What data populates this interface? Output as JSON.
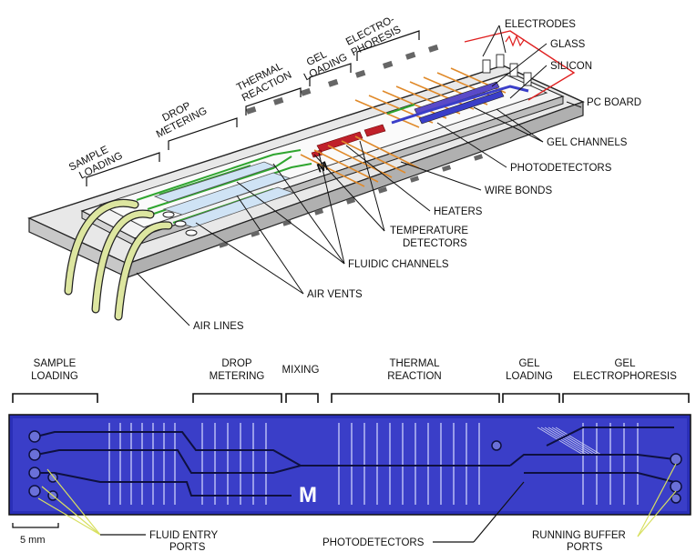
{
  "diagram": {
    "stage_labels_3d": [
      {
        "id": "sample-loading",
        "lines": [
          "SAMPLE",
          "LOADING"
        ]
      },
      {
        "id": "drop-metering",
        "lines": [
          "DROP",
          "METERING"
        ]
      },
      {
        "id": "thermal-reaction",
        "lines": [
          "THERMAL",
          "REACTION"
        ]
      },
      {
        "id": "gel-loading",
        "lines": [
          "GEL",
          "LOADING"
        ]
      },
      {
        "id": "electrophoresis",
        "lines": [
          "ELECTRO-",
          "PHORESIS"
        ]
      }
    ],
    "component_labels": {
      "electrodes": "ELECTRODES",
      "glass": "GLASS",
      "silicon": "SILICON",
      "pc_board": "PC BOARD",
      "gel_channels": "GEL CHANNELS",
      "photodetectors": "PHOTODETECTORS",
      "wire_bonds": "WIRE BONDS",
      "heaters": "HEATERS",
      "temperature_detectors": [
        "TEMPERATURE",
        "DETECTORS"
      ],
      "fluidic_channels": "FLUIDIC CHANNELS",
      "air_vents": "AIR VENTS",
      "air_lines": "AIR LINES"
    },
    "chip_logo": "M",
    "photo_stage_labels": [
      {
        "id": "sample-loading",
        "lines": [
          "SAMPLE",
          "LOADING"
        ]
      },
      {
        "id": "drop-metering",
        "lines": [
          "DROP",
          "METERING"
        ]
      },
      {
        "id": "mixing",
        "lines": [
          "MIXING"
        ]
      },
      {
        "id": "thermal-reaction",
        "lines": [
          "THERMAL",
          "REACTION"
        ]
      },
      {
        "id": "gel-loading",
        "lines": [
          "GEL",
          "LOADING"
        ]
      },
      {
        "id": "gel-electrophoresis",
        "lines": [
          "GEL",
          "ELECTROPHORESIS"
        ]
      }
    ],
    "photo_bottom_labels": {
      "scale_bar": "5 mm",
      "fluid_entry_ports": [
        "FLUID ENTRY",
        "PORTS"
      ],
      "photodetectors": "PHOTODETECTORS",
      "running_buffer_ports": [
        "RUNNING BUFFER",
        "PORTS"
      ]
    }
  },
  "colors": {
    "chip_blue": "#3a3ec8",
    "heater_red": "#c0202a",
    "wire_orange": "#e08a2a",
    "channel_green": "#2fa52f",
    "air_line_yellow": "#dde6a0",
    "electrode_red": "#e02020"
  }
}
